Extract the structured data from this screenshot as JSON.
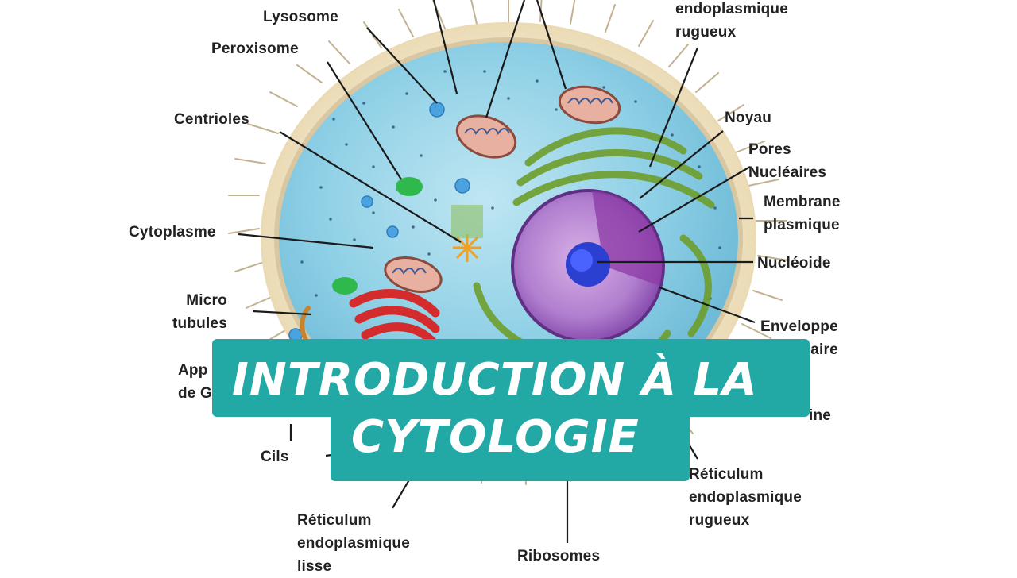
{
  "title": {
    "line1": "INTRODUCTION À LA",
    "line2": "CYTOLOGIE"
  },
  "labels": {
    "lysosome": "Lysosome",
    "peroxisome": "Peroxisome",
    "centrioles": "Centrioles",
    "cytoplasme": "Cytoplasme",
    "micro_tubules": "Micro\ntubules",
    "appareil_golgi": "App\nde G",
    "cils": "Cils",
    "reticulum_lisse": "Réticulum\nendoplasmique\nlisse",
    "ribosomes": "Ribosomes",
    "reticulum_rugueux_top": "endoplasmique\nrugueux",
    "noyau": "Noyau",
    "pores_nucleaires": "Pores\nNucléaires",
    "membrane_plasmique": "Membrane\nplasmique",
    "nucleoide": "Nucléoide",
    "enveloppe_nucleaire": "Enveloppe\naire",
    "chromatine": "ine",
    "reticulum_rugueux_bottom": "Réticulum\nendoplasmique\nrugueux"
  },
  "colors": {
    "banner": "#22a9a5",
    "title_text": "#ffffff",
    "cytoplasm": "#8fd0e6",
    "nucleus": "#a867c8",
    "golgi": "#d42c2c",
    "reticulum": "#6e9e2c",
    "label_text": "#222222"
  }
}
